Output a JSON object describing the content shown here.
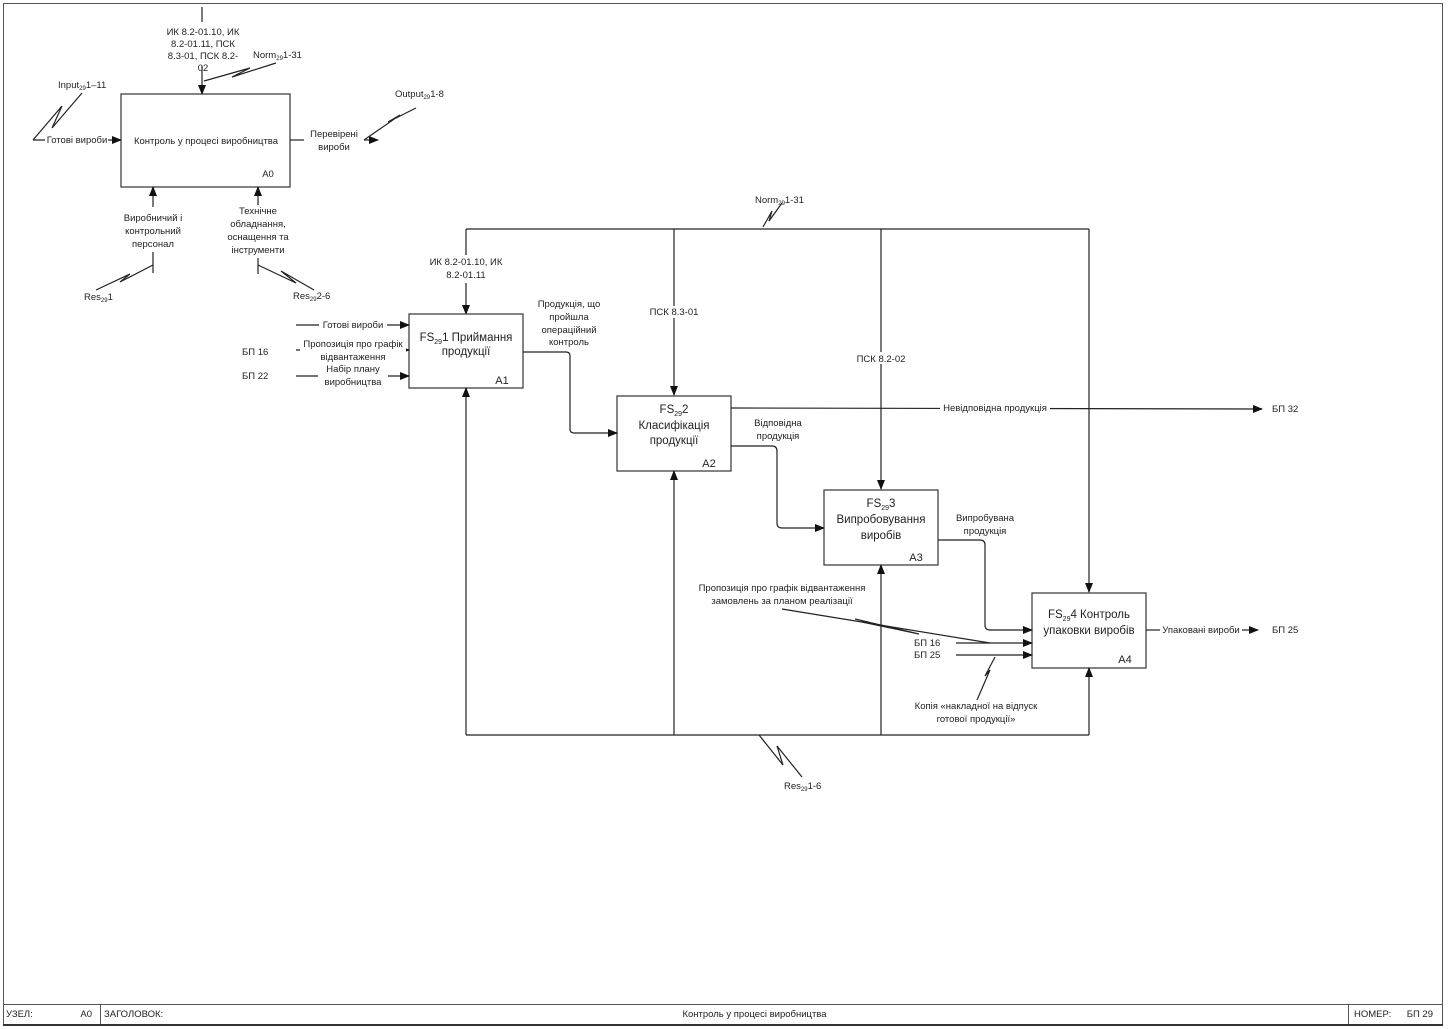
{
  "context": {
    "box": {
      "title": "Контроль у процесі виробництва",
      "node": "A0"
    },
    "control_label": "ИК 8.2-01.10, ИК 8.2-01.11, ПСК 8.3-01, ПСК 8.2-02",
    "control_lines": [
      "ИК 8.2-01.10, ИК",
      "8.2-01.11, ПСК",
      "8.3-01, ПСК 8.2-",
      "02"
    ],
    "norm_tag": {
      "base": "Norm",
      "sub": "29",
      "rest": "1-31"
    },
    "input_tag": {
      "base": "Input",
      "sub": "29",
      "rest": "1–11"
    },
    "input_label": "Готові вироби",
    "output_tag": {
      "base": "Output",
      "sub": "29",
      "rest": "1-8"
    },
    "output_lines": [
      "Перевірені",
      "вироби"
    ],
    "mech1_lines": [
      "Виробничий і",
      "контрольний",
      "персонал"
    ],
    "mech1_tag": {
      "base": "Res",
      "sub": "29",
      "rest": "1"
    },
    "mech2_lines": [
      "Технічне",
      "обладнання,",
      "оснащення та",
      "інструменти"
    ],
    "mech2_tag": {
      "base": "Res",
      "sub": "29",
      "rest": "2-6"
    }
  },
  "decomposition": {
    "norm_tag": {
      "base": "Norm",
      "sub": "29",
      "rest": "1-31"
    },
    "res_tag": {
      "base": "Res",
      "sub": "29",
      "rest": "1-6"
    },
    "boxes": [
      {
        "id": "A1",
        "prefix": "FS",
        "sub": "29",
        "lines": [
          "1 Приймання",
          "продукції"
        ],
        "node": "A1"
      },
      {
        "id": "A2",
        "prefix": "FS",
        "sub": "29",
        "lines": [
          "2",
          "Класифікація",
          "продукції"
        ],
        "node": "A2"
      },
      {
        "id": "A3",
        "prefix": "FS",
        "sub": "29",
        "lines": [
          "3",
          "Випробовування",
          "виробів"
        ],
        "node": "A3"
      },
      {
        "id": "A4",
        "prefix": "FS",
        "sub": "29",
        "lines": [
          "4 Контроль",
          "упаковки виробів"
        ],
        "node": "A4"
      }
    ],
    "a1_control": [
      "ИК 8.2-01.10, ИК",
      "8.2-01.11"
    ],
    "a2_control": "ПСК 8.3-01",
    "a3_control": "ПСК 8.2-02",
    "a1_inputs": [
      {
        "source": "",
        "label": [
          "Готові вироби"
        ]
      },
      {
        "source": "БП 16",
        "label": [
          "Пропозиція про графік",
          "відвантаження"
        ]
      },
      {
        "source": "БП 22",
        "label": [
          "Набір плану",
          "виробництва"
        ]
      }
    ],
    "a1_output": [
      "Продукція, що",
      "пройшла",
      "операційний",
      "контроль"
    ],
    "a2_output_good": [
      "Відповідна",
      "продукція"
    ],
    "a2_output_bad": "Невідповідна продукція",
    "a2_output_bad_target": "БП 32",
    "a3_output": [
      "Випробувана",
      "продукція"
    ],
    "a4_inputs_label": [
      "Пропозиція про графік відвантаження",
      "замовлень за планом реалізації"
    ],
    "a4_input_sources": [
      "БП 16",
      "БП 25"
    ],
    "a4_copy_label": [
      "Копія «накладної на відпуск",
      "готової продукції»"
    ],
    "a4_output": "Упаковані вироби",
    "a4_output_target": "БП 25"
  },
  "footer": {
    "node_label": "УЗЕЛ:",
    "node_value": "A0",
    "title_label": "ЗАГОЛОВОК:",
    "title_value": "Контроль у процесі виробництва",
    "number_label": "НОМЕР:",
    "number_value": "БП 29"
  }
}
